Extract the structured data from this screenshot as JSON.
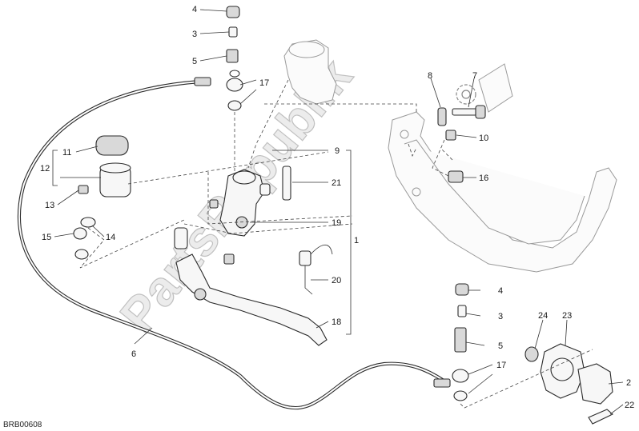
{
  "watermark": "PartsRepublik",
  "drawing_code": "BRB00608",
  "callouts": {
    "c1": "1",
    "c2": "2",
    "c3a": "3",
    "c3b": "3",
    "c4a": "4",
    "c4b": "4",
    "c5a": "5",
    "c5b": "5",
    "c6": "6",
    "c7": "7",
    "c8": "8",
    "c9": "9",
    "c10": "10",
    "c11": "11",
    "c12": "12",
    "c13": "13",
    "c14": "14",
    "c15": "15",
    "c16": "16",
    "c17a": "17",
    "c17b": "17",
    "c18": "18",
    "c19": "19",
    "c20": "20",
    "c21": "21",
    "c22": "22",
    "c23": "23",
    "c24": "24"
  }
}
